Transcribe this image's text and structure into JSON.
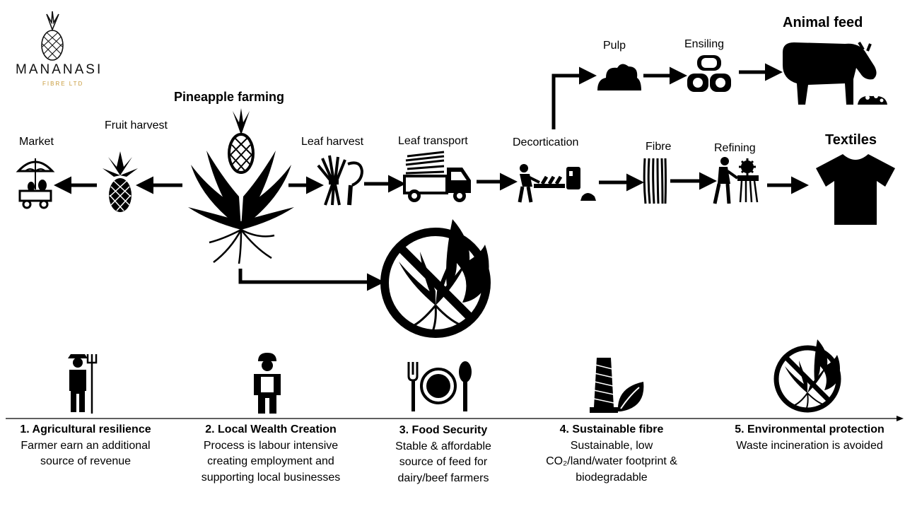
{
  "logo": {
    "name": "MANANASI",
    "sub": "FIBRE LTD",
    "accent": "#c79a3a"
  },
  "nodes": {
    "market": "Market",
    "fruit_harvest": "Fruit harvest",
    "pineapple_farming": "Pineapple farming",
    "leaf_harvest": "Leaf harvest",
    "leaf_transport": "Leaf transport",
    "decortication": "Decortication",
    "pulp": "Pulp",
    "ensiling": "Ensiling",
    "animal_feed": "Animal feed",
    "fibre": "Fibre",
    "refining": "Refining",
    "textiles": "Textiles"
  },
  "benefits": [
    {
      "title": "1. Agricultural resilience",
      "lines": [
        "Farmer earn an additional",
        "source of revenue"
      ]
    },
    {
      "title": "2. Local Wealth Creation",
      "lines": [
        "Process is labour intensive",
        "creating employment and",
        "supporting local businesses"
      ]
    },
    {
      "title": "3. Food Security",
      "lines": [
        "Stable & affordable",
        "source of feed for",
        "dairy/beef farmers"
      ]
    },
    {
      "title": "4. Sustainable fibre",
      "lines": [
        "Sustainable, low",
        "CO₂/land/water footprint &",
        "biodegradable"
      ]
    },
    {
      "title": "5. Environmental protection",
      "lines": [
        "Waste incineration is avoided"
      ]
    }
  ]
}
